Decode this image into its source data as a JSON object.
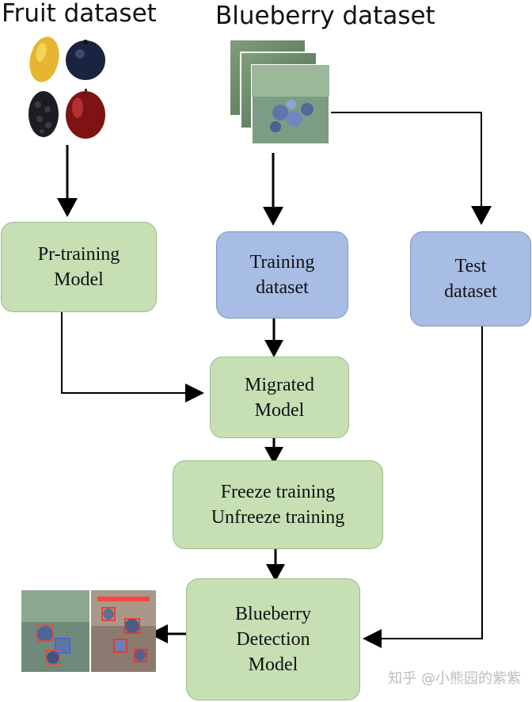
{
  "headings": {
    "fruit": "Fruit dataset",
    "blueberry": "Blueberry dataset"
  },
  "nodes": {
    "pretraining": [
      "Pr-training",
      "Model"
    ],
    "training": [
      "Training",
      "dataset"
    ],
    "test": [
      "Test",
      "dataset"
    ],
    "migrated": [
      "Migrated",
      "Model"
    ],
    "freeze": [
      "Freeze training",
      "Unfreeze training"
    ],
    "detection": [
      "Blueberry",
      "Detection",
      "Model"
    ]
  },
  "watermark": "知乎 @小熊园的紫紫",
  "colors": {
    "green_box": "#c6e0b4",
    "blue_box": "#a7bde3",
    "arrow": "#000000"
  },
  "icons": {
    "fruit_images": [
      "lemon",
      "blueberry",
      "blackberry",
      "apple"
    ],
    "blueberry_images": "stacked-blueberry-photos",
    "result_images": "detection-result-photos"
  }
}
